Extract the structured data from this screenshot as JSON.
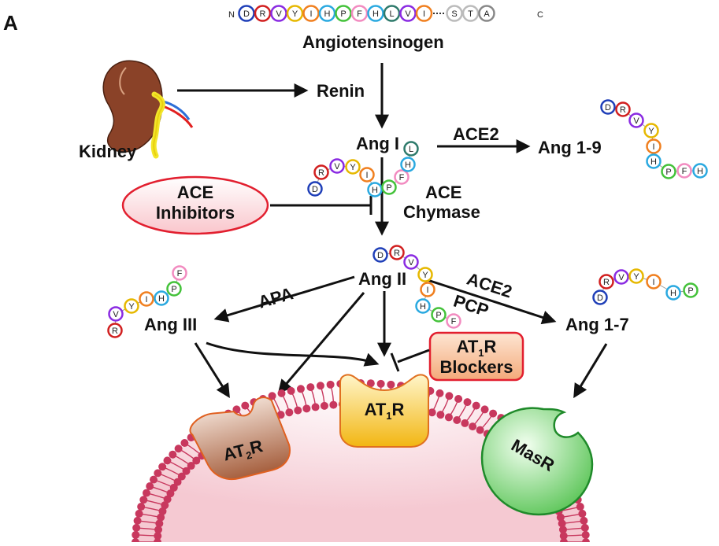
{
  "panel_label": "A",
  "angiotensinogen": {
    "n_term": "N",
    "c_term": "C",
    "residues": [
      {
        "aa": "D",
        "color": "#1f3fb8"
      },
      {
        "aa": "R",
        "color": "#d11f1f"
      },
      {
        "aa": "V",
        "color": "#8a2be2"
      },
      {
        "aa": "Y",
        "color": "#e6b800"
      },
      {
        "aa": "I",
        "color": "#f07f1f"
      },
      {
        "aa": "H",
        "color": "#2aa9e0"
      },
      {
        "aa": "P",
        "color": "#44c23a"
      },
      {
        "aa": "F",
        "color": "#f28bc0"
      },
      {
        "aa": "H",
        "color": "#2aa9e0"
      },
      {
        "aa": "L",
        "color": "#2e7a6b"
      },
      {
        "aa": "V",
        "color": "#8a2be2"
      },
      {
        "aa": "I",
        "color": "#f07f1f"
      }
    ],
    "c_residues": [
      {
        "aa": "S",
        "color": "#bbbbbb"
      },
      {
        "aa": "T",
        "color": "#bbbbbb"
      },
      {
        "aa": "A",
        "color": "#888888"
      }
    ],
    "label": "Angiotensinogen"
  },
  "labels": {
    "kidney": "Kidney",
    "renin": "Renin",
    "ang1": "Ang I",
    "ace2_top": "ACE2",
    "ang19": "Ang 1-9",
    "ace_inhibitors_1": "ACE",
    "ace_inhibitors_2": "Inhibitors",
    "ace": "ACE",
    "chymase": "Chymase",
    "ang2": "Ang II",
    "apa": "APA",
    "ace2_mid": "ACE2",
    "pcp": "PCP",
    "ang3": "Ang III",
    "ang17": "Ang 1-7",
    "at1r_blockers_1a": "AT",
    "at1r_blockers_1sub": "1",
    "at1r_blockers_1b": "R",
    "at1r_blockers_2": "Blockers",
    "at2r_a": "AT",
    "at2r_sub": "2",
    "at2r_b": "R",
    "at1r_a": "AT",
    "at1r_sub": "1",
    "at1r_b": "R",
    "masr": "MasR"
  },
  "peptides": {
    "ang1": [
      "D",
      "R",
      "V",
      "Y",
      "I",
      "H",
      "P",
      "F",
      "H",
      "L"
    ],
    "ang19": [
      "D",
      "R",
      "V",
      "Y",
      "I",
      "H",
      "P",
      "F",
      "H"
    ],
    "ang2": [
      "D",
      "R",
      "V",
      "Y",
      "I",
      "H",
      "P",
      "F"
    ],
    "ang3": [
      "R",
      "V",
      "Y",
      "I",
      "H",
      "P",
      "F"
    ],
    "ang17": [
      "D",
      "R",
      "V",
      "Y",
      "I",
      "H",
      "P"
    ]
  },
  "aa_colors": {
    "D": "#1f3fb8",
    "R": "#d11f1f",
    "V": "#8a2be2",
    "Y": "#e6b800",
    "I": "#f07f1f",
    "H": "#2aa9e0",
    "P": "#44c23a",
    "F": "#f28bc0",
    "L": "#2e7a6b"
  },
  "colors": {
    "membrane": "#c8385e",
    "ace_inhibitor_fill": "#fde3e6",
    "ace_inhibitor_stroke": "#e21f2f",
    "blocker_fill": "#f8c9a4",
    "blocker_stroke": "#e23a1f",
    "at2r_fill": "#b8785a",
    "at1r_fill": "#f5c21f",
    "masr_fill": "#7cd47a",
    "kidney_fill": "#8a4228"
  }
}
